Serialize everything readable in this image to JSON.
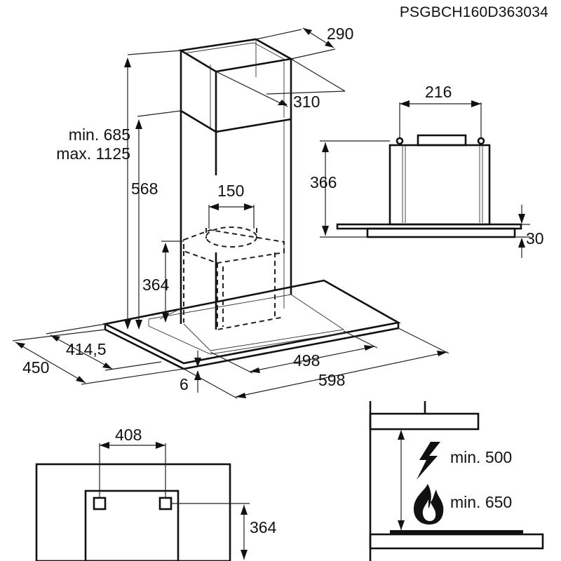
{
  "model_code": "PSGBCH160D363034",
  "hood_dimensions": {
    "chimney_depth": "290",
    "chimney_width": "310",
    "chimney_height_range_min": "min. 685",
    "chimney_height_range_max": "max. 1125",
    "chimney_lower_height": "568",
    "outlet_diameter": "150",
    "motor_height": "364",
    "glass_depth_inner": "414,5",
    "glass_depth_outer": "450",
    "glass_thickness": "6",
    "canopy_width": "498",
    "glass_width": "598"
  },
  "side_view": {
    "bracket_spacing": "216",
    "body_height": "366",
    "glass_offset": "30"
  },
  "wall_bracket_view": {
    "hole_spacing": "408",
    "hole_height": "364"
  },
  "installation_clearance": {
    "electric_hob_min": "min. 500",
    "gas_hob_min": "min. 650"
  },
  "icons": [
    "lightning-icon",
    "flame-icon"
  ]
}
